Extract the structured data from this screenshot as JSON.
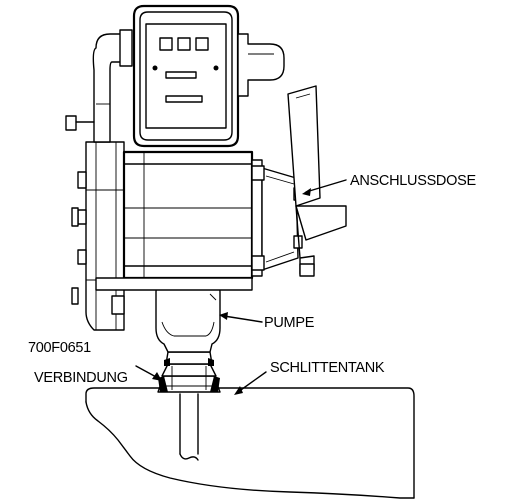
{
  "labels": {
    "junction_box": "ANSCHLUSSDOSE",
    "pump": "PUMPE",
    "part_number": "700F0651",
    "connection": "VERBINDUNG",
    "skid_tank": "SCHLITTENTANK"
  },
  "colors": {
    "line": "#000000",
    "background": "#ffffff"
  }
}
